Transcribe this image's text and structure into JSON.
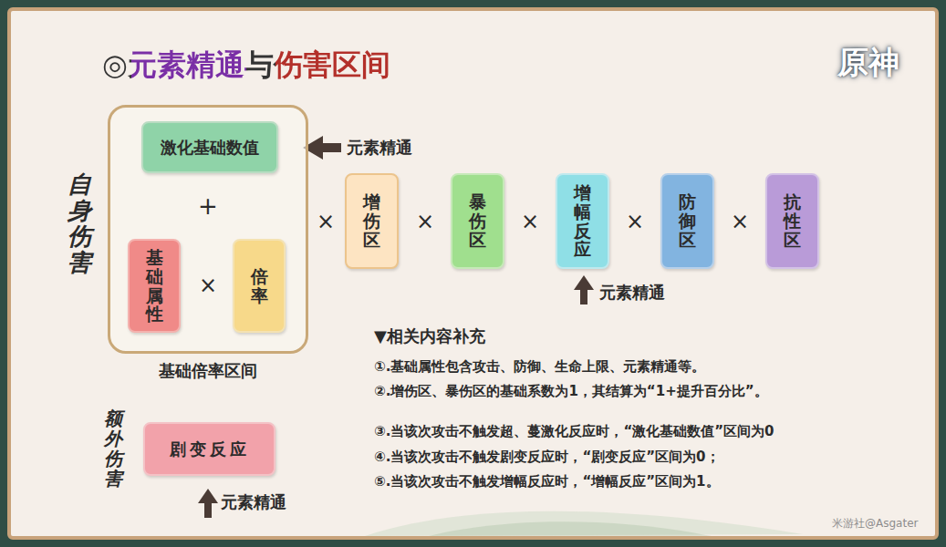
{
  "diagram": {
    "title": "◎元素精通与伤害区间",
    "nodes": [
      {
        "text": [
          "基础倍率区间"
        ]
      },
      {
        "text": [
          "激化基础数值"
        ],
        "in": 0
      },
      {
        "text": [
          "基础属性"
        ],
        "in": 0
      },
      {
        "text": [
          "倍率"
        ],
        "in": 0
      },
      {
        "text": [
          "增伤区"
        ]
      },
      {
        "text": [
          "暴伤区"
        ]
      },
      {
        "text": [
          "增幅反应"
        ]
      },
      {
        "text": [
          "防御区"
        ]
      },
      {
        "text": [
          "抗性区"
        ]
      },
      {
        "text": [
          "剧变反应"
        ]
      }
    ],
    "labels": [
      "元素精通",
      "+",
      "×",
      "×",
      "×",
      "×",
      "×",
      "×",
      "元素精通",
      "自身伤害",
      "额外伤害",
      "元素精通",
      "▼相关内容补充",
      "①.基础属性包含攻击、防御、生命上限、元素精通等。",
      "②.增伤区、暴伤区的基础系数为1，其结算为“1+提升百分比”。",
      "③.当该次攻击不触发超、蔓激化反应时，“激化基础数值”区间为0",
      "④.当该次攻击不触发剧变反应时，“剧变反应”区间为0；",
      "⑤.当该次攻击不触发增幅反应时，“增幅反应”区间为1。",
      "原神",
      "米游社@Asgater"
    ]
  }
}
